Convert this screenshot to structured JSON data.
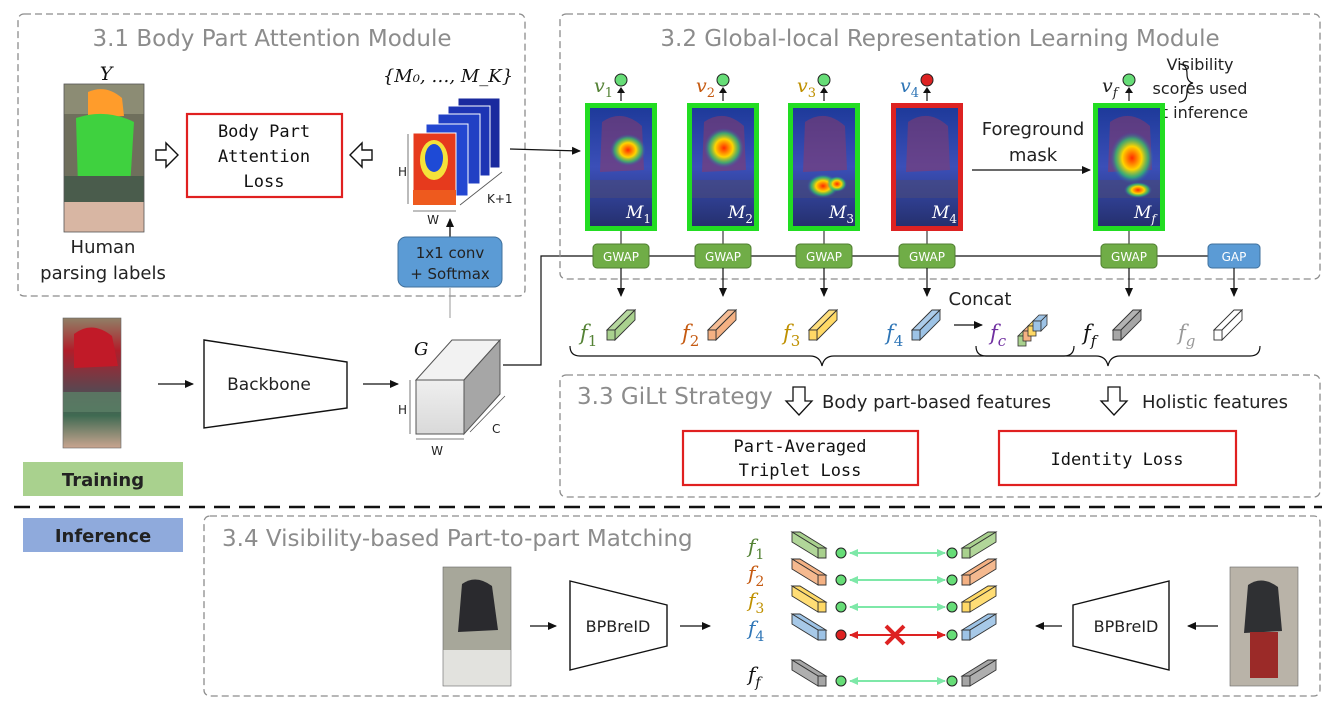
{
  "sections": {
    "s31": "3.1 Body Part Attention Module",
    "s32": "3.2 Global-local Representation Learning Module",
    "s33": "3.3 GiLt Strategy",
    "s34": "3.4 Visibility-based Part-to-part Matching"
  },
  "attention": {
    "y_label": "Y",
    "parsing_caption": [
      "Human",
      "parsing labels"
    ],
    "loss_box": [
      "Body Part",
      "Attention",
      "Loss"
    ],
    "maps_set": "{M₀, …, M_K}",
    "dim_h": "H",
    "dim_w": "W",
    "dim_k": "K+1",
    "conv_box": [
      "1x1 conv",
      "+ Softmax"
    ]
  },
  "backbone": {
    "label": "Backbone",
    "g_label": "G",
    "dim_h": "H",
    "dim_w": "W",
    "dim_c": "C"
  },
  "modes": {
    "training": "Training",
    "inference": "Inference",
    "training_color": "#a9d18e",
    "inference_color": "#8faadc"
  },
  "glrl": {
    "visibility_note": [
      "Visibility",
      "scores used",
      "at inference"
    ],
    "foreground": [
      "Foreground",
      "mask"
    ],
    "concat": "Concat",
    "maps": [
      {
        "v": "v",
        "v_sub": "1",
        "m": "M",
        "m_sub": "1",
        "color": "#548235",
        "state": "visible",
        "f_sub": "1",
        "pool": "GWAP"
      },
      {
        "v": "v",
        "v_sub": "2",
        "m": "M",
        "m_sub": "2",
        "color": "#c55a11",
        "state": "visible",
        "f_sub": "2",
        "pool": "GWAP"
      },
      {
        "v": "v",
        "v_sub": "3",
        "m": "M",
        "m_sub": "3",
        "color": "#bf9000",
        "state": "visible",
        "f_sub": "3",
        "pool": "GWAP"
      },
      {
        "v": "v",
        "v_sub": "4",
        "m": "M",
        "m_sub": "4",
        "color": "#2e75b6",
        "state": "invisible",
        "f_sub": "4",
        "pool": "GWAP"
      },
      {
        "v": "v",
        "v_sub": "f",
        "m": "M",
        "m_sub": "f",
        "color": "#222222",
        "state": "visible",
        "f_sub": "f",
        "pool": "GWAP"
      }
    ],
    "gap": "GAP",
    "features": [
      {
        "name": "f",
        "sub": "1",
        "color": "#548235",
        "fill": "#a9d18e"
      },
      {
        "name": "f",
        "sub": "2",
        "color": "#c55a11",
        "fill": "#f4b183"
      },
      {
        "name": "f",
        "sub": "3",
        "color": "#bf9000",
        "fill": "#ffd966"
      },
      {
        "name": "f",
        "sub": "4",
        "color": "#2e75b6",
        "fill": "#9dc3e6"
      },
      {
        "name": "f",
        "sub": "c",
        "color": "#7030a0",
        "fill": "multi"
      },
      {
        "name": "f",
        "sub": "f",
        "color": "#111111",
        "fill": "#a6a6a6"
      },
      {
        "name": "f",
        "sub": "g",
        "color": "#999999",
        "fill": "#ffffff"
      }
    ]
  },
  "gilt": {
    "part_label": "Body part-based features",
    "holistic_label": "Holistic features",
    "triplet_loss": [
      "Part-Averaged",
      "Triplet Loss"
    ],
    "identity_loss": "Identity Loss"
  },
  "matching": {
    "model_label": "BPBreID",
    "rows": [
      {
        "name": "f",
        "sub": "1",
        "color": "#548235",
        "fill": "#a9d18e",
        "match": true
      },
      {
        "name": "f",
        "sub": "2",
        "color": "#c55a11",
        "fill": "#f4b183",
        "match": true
      },
      {
        "name": "f",
        "sub": "3",
        "color": "#bf9000",
        "fill": "#ffd966",
        "match": true
      },
      {
        "name": "f",
        "sub": "4",
        "color": "#2e75b6",
        "fill": "#9dc3e6",
        "match": false
      },
      {
        "name": "f",
        "sub": "f",
        "color": "#111111",
        "fill": "#a6a6a6",
        "match": true
      }
    ]
  },
  "colors": {
    "visible": "#22dd22",
    "invisible": "#dd2222",
    "pool": "#70ad47",
    "gap": "#5b9bd5",
    "loss_border": "#e02020",
    "match_line": "#7ee8a8",
    "mismatch_line": "#dd2222"
  }
}
